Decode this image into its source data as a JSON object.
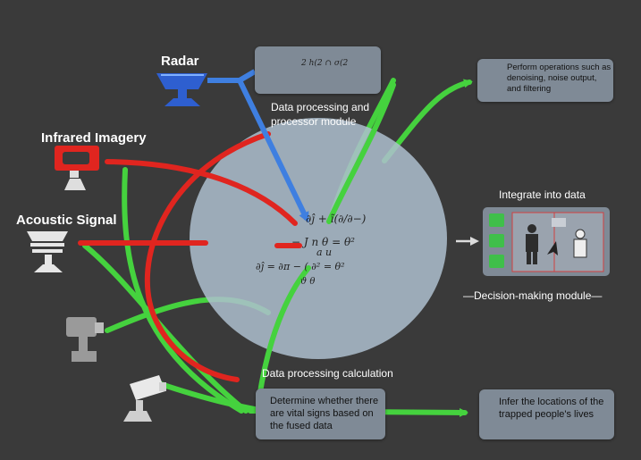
{
  "sensors": {
    "radar": "Radar",
    "infrared": "Infrared Imagery",
    "acoustic": "Acoustic Signal"
  },
  "processing": {
    "module_title": "Data processing and processor module",
    "calculation_label": "Data processing calculation"
  },
  "boxes": {
    "denoise": "Perform operations such as denoising, noise output, and filtering",
    "vital_signs": "Determine whether there are vital signs based on the fused data",
    "locations": "Infer the locations of the trapped people's lives"
  },
  "decision": {
    "integrate_label": "Integrate into data",
    "module_label": "—Decision-making module—"
  },
  "formulas": {
    "top_small": "2 h(2  ∩ σ(2",
    "line1": "∂ĵ          + ĩ(∂/∂−)",
    "line2": "− J    n θ   = θ²",
    "line3": "         a  u",
    "line4": "∂ĵ = ∂π − (      ∂² = θ²",
    "line5": "ϑ                      θ"
  },
  "colors": {
    "background": "#3a3a3a",
    "arrow_green": "#45d23e",
    "arrow_red": "#e0251f",
    "arrow_blue": "#3f7fe0",
    "circle": "#aebfcf",
    "box": "#7f8a96"
  }
}
